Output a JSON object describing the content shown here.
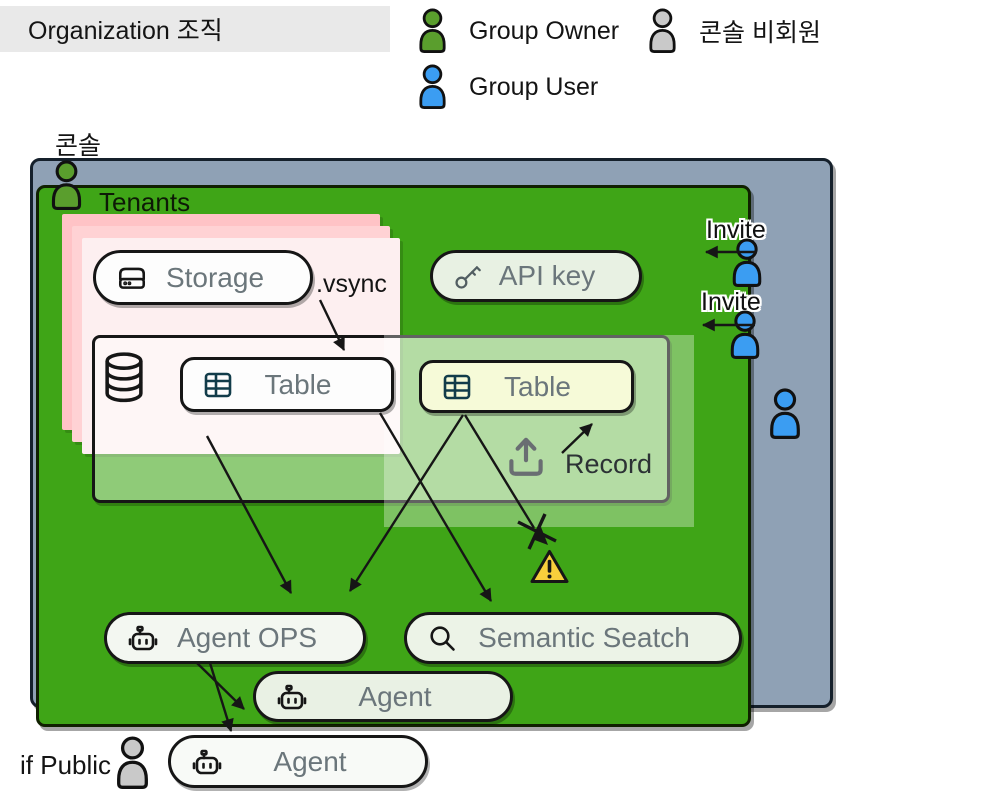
{
  "header": {
    "title": "Organization 조직"
  },
  "legend": {
    "items": [
      {
        "id": "group-owner",
        "label": "Group Owner"
      },
      {
        "id": "console-nonmember",
        "label": "콘솔 비회원"
      },
      {
        "id": "group-user",
        "label": "Group User"
      }
    ]
  },
  "containers": {
    "console_label": "콘솔",
    "tenants_label": "Tenants"
  },
  "nodes": {
    "storage_label": "Storage",
    "vsync_label": ".vsync",
    "api_key_label": "API key",
    "table_left_label": "Table",
    "table_right_label": "Table",
    "record_label": "Record",
    "agent_ops_label": "Agent OPS",
    "semantic_search_label": "Semantic Seatch",
    "agent_inner_label": "Agent",
    "agent_outer_label": "Agent",
    "if_public_label": "if Public"
  },
  "annotations": {
    "invite_top_label": "Invite",
    "invite_bottom_label": "Invite"
  },
  "colors": {
    "title_bar_bg": "#e9e9e9",
    "console_bg": "#8fa1b5",
    "tenants_bg": "#3fa517",
    "pink_back": "#ffc3c6",
    "pink_mid": "#ffd2d4",
    "pink_front": "#fdeff0",
    "storage_bg": "#fdfdfd",
    "api_key_bg": "#e8f1e3",
    "table_left_bg": "#fdfdfd",
    "table_right_bg": "#f6fad8",
    "agent_ops_bg": "#f3f7f1",
    "semantic_bg": "#ecf3e7",
    "agent_inner_bg": "#e9f1e4",
    "agent_outer_bg": "#f8faf7",
    "warning_yellow": "#f8cf3c",
    "owner_green": "#5a9e2d",
    "user_blue": "#3b9df2",
    "nonmember_gray": "#c9c9c9",
    "button_text": "#6b767b",
    "table_icon": "#123c4a"
  }
}
